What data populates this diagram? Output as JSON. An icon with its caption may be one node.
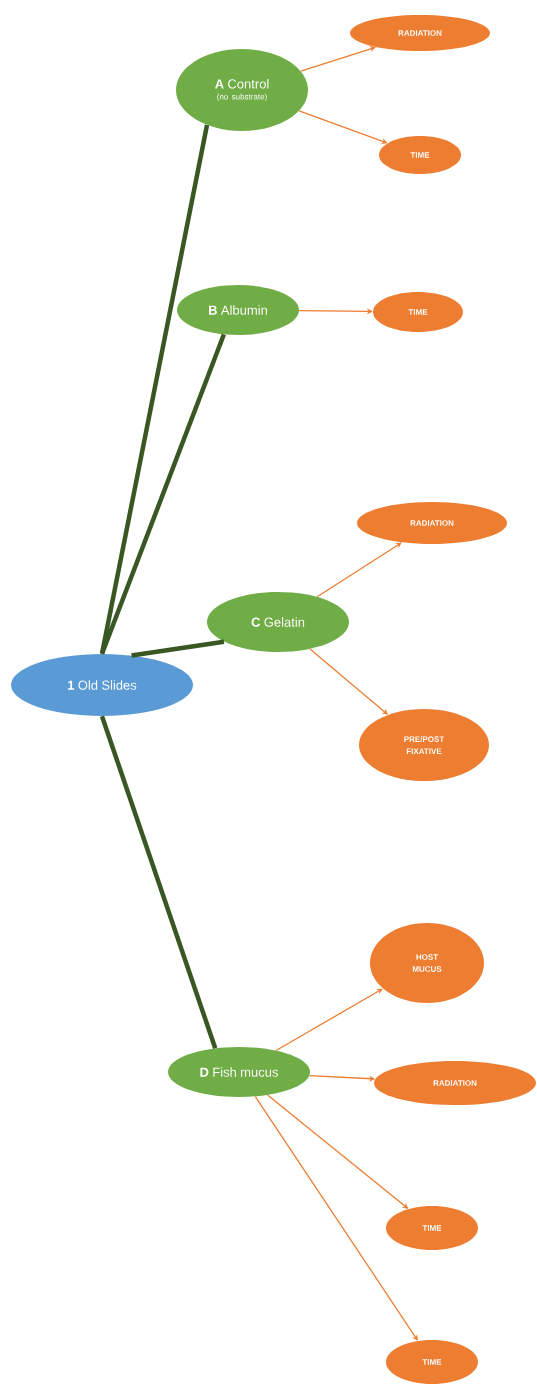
{
  "diagram": {
    "nodes": [
      {
        "text": [
          "**1** Old Slides"
        ]
      },
      {
        "text": [
          "**A** Control",
          "(no substrate)"
        ]
      },
      {
        "text": [
          "RADIATION"
        ]
      },
      {
        "text": [
          "TIME"
        ]
      },
      {
        "text": [
          "**B** Albumin"
        ]
      },
      {
        "text": [
          "TIME"
        ]
      },
      {
        "text": [
          "**C** Gelatin"
        ]
      },
      {
        "text": [
          "RADIATION"
        ]
      },
      {
        "text": [
          "PRE/POST FIXATIVE"
        ]
      },
      {
        "text": [
          "**D** Fish mucus"
        ]
      },
      {
        "text": [
          "HOST MUCUS"
        ]
      },
      {
        "text": [
          "RADIATION"
        ]
      },
      {
        "text": [
          "TIME"
        ]
      },
      {
        "text": [
          "TIME"
        ]
      }
    ],
    "edges": [
      {
        "from": 0,
        "to": 1,
        "arrow": "none",
        "style": "thick",
        "color": "#385723"
      },
      {
        "from": 0,
        "to": 4,
        "arrow": "none",
        "style": "thick",
        "color": "#385723"
      },
      {
        "from": 0,
        "to": 6,
        "arrow": "none",
        "style": "thick",
        "color": "#385723"
      },
      {
        "from": 0,
        "to": 9,
        "arrow": "none",
        "style": "thick",
        "color": "#385723"
      },
      {
        "from": 1,
        "to": 2,
        "arrow": "to"
      },
      {
        "from": 1,
        "to": 3,
        "arrow": "to"
      },
      {
        "from": 4,
        "to": 5,
        "arrow": "to"
      },
      {
        "from": 6,
        "to": 7,
        "arrow": "to"
      },
      {
        "from": 6,
        "to": 8,
        "arrow": "to"
      },
      {
        "from": 9,
        "to": 10,
        "arrow": "to"
      },
      {
        "from": 9,
        "to": 11,
        "arrow": "to"
      },
      {
        "from": 9,
        "to": 12,
        "arrow": "to"
      },
      {
        "from": 9,
        "to": 13,
        "arrow": "to"
      }
    ]
  }
}
